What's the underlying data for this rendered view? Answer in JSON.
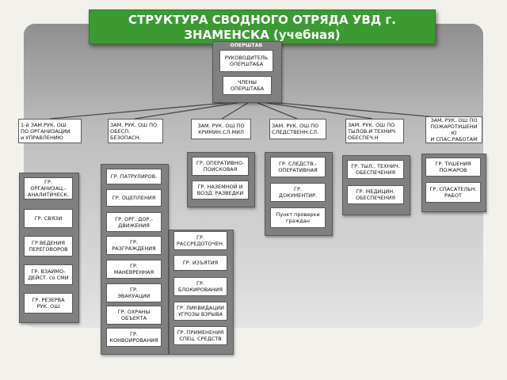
{
  "title": {
    "line1": "СТРУКТУРА СВОДНОГО  ОТРЯДА УВД    г.",
    "line2": "ЗНАМЕНСКА (учебная)"
  },
  "headquarters": {
    "label": "ОПЕРШТАБ",
    "head": "РУКОВОДИТЕЛЬ\nОПЕРШТАБА",
    "members": "ЧЛЕНЫ\nОПЕРШТАБА"
  },
  "deputies": {
    "org": "1-й ЗАМ.РУК. ОШ\nПО ОРГАНИЗАЦИИ\nи УПРАВЛЕНИЮ",
    "security": "ЗАМ. РУК. ОШ  ПО\nОБЕСП.\nБЕЗОПАСН.",
    "criminal": "ЗАМ. РУК. ОШ  ПО\nКРИМИН.СЛ.МИЛ",
    "investigation": "ЗАМ. РУК. ОШ ПО\nСЛЕДСТВЕНН.СЛ.",
    "logistics": "ЗАМ. РУК. ОШ  ПО\nТЫЛОВ.И ТЕХНИЧ.\nОБЕСПЕЧ.Н",
    "fire": "ЗАМ. РУК. ОШ  ПО\nПОЖАРОТУШЕНИ\nЮ\nИ СПАС.РАБОТАМ"
  },
  "groups": {
    "org": [
      "ГР.\nОРГАНИЗАЦ.-\nАНАЛИТИЧЕСК.",
      "ГР.  СВЯЗИ",
      "ГР.ВЕДЕНИЯ\nПЕРЕГОВОРОВ",
      "ГР.  ВЗАИМО-\nДЕЙСТ. со СМИ",
      "ГР.  РЕЗЕРВА\nРУК. ОШ"
    ],
    "security_a": [
      "ГР. ПАТРУЛИРОВ.",
      "ГР.  ОЦЕПЛЕНИЯ",
      "ГР. ОРГ. ДОР.-\nДВИЖЕНИЯ",
      "ГР.\nРАЗГРАЖДЕНИЯ",
      "ГР.\nМАНЕВРЕННАЯ",
      "ГР.\nЭВАКУАЦИИ",
      "ГР. ОХРАНЫ\nОБЪЕКТА",
      "ГР.\nКОНВОИРОВАНИЯ"
    ],
    "security_b": [
      "ГР.\nРАССРЕДОТОЧЕН.",
      "ГР. ИЗЪЯТИЯ",
      "ГР.\nБЛОКИРОВАНИЯ",
      "ГР. ЛИКВИДАЦИИ\nУГРОЗЫ ВЗРЫВА",
      "ГР. ПРИМЕНЕНИЯ\nСПЕЦ. СРЕДСТВ"
    ],
    "criminal": [
      "ГР. ОПЕРАТИВНО-\nПОИСКОВАЯ",
      "ГР. НАЗЕМНОЙ И\nВОЗД. РАЗВЕДКИ"
    ],
    "investigation": [
      "ГР. СЛЕДСТВ.-\nОПЕРАТИВНАЯ",
      "ГР.\nДОКУМЕНТИР.",
      "Пункт проверки\nграждан"
    ],
    "logistics": [
      "ГР. ТЫЛ., ТЕХНИЧ.\nОБЕСПЕЧЕНИЯ",
      "ГР. МЕДИЦИН.\nОБЕСПЕЧЕНИЯ"
    ],
    "fire": [
      "ГР. ТУШЕНИЯ\nПОЖАРОВ",
      "ГР. СПАСАТЕЛЬН.\nРАБОТ"
    ]
  }
}
